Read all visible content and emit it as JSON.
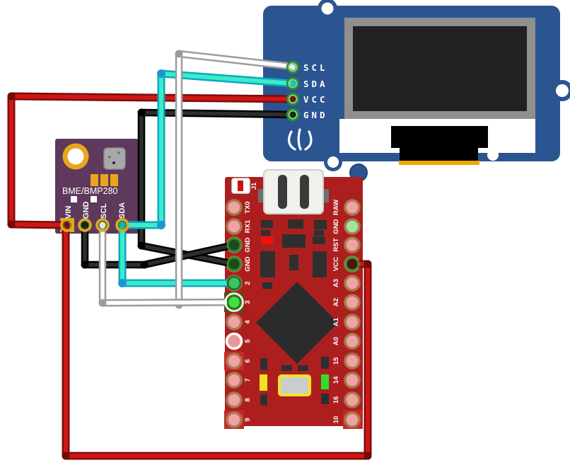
{
  "colors": {
    "background": "#ffffff",
    "oled_board": "#2a5591",
    "oled_frame": "#8f8f8f",
    "oled_screen": "#212121",
    "oled_flex_tab": "#f0a800",
    "bme_board": "#5e395b",
    "bme_gold": "#e8a61e",
    "promicro_board": "#ad1f1f",
    "wire_red_core": "#cf1616",
    "wire_red_edge": "#7c0d0d",
    "wire_red_cap": "#6f0a0a",
    "wire_black_core": "#2e2e2e",
    "wire_black_edge": "#000000",
    "wire_cyan_core": "#3cecc9",
    "wire_cyan_edge": "#09a8c0",
    "wire_cyan_cap": "#1d96cf",
    "wire_white_core": "#ffffff",
    "wire_white_edge": "#9c9c9c"
  },
  "oled": {
    "pins": [
      "SCL",
      "SDA",
      "VCC",
      "GND"
    ]
  },
  "bme": {
    "title": "BME/BMP280",
    "pins": [
      "VIN",
      "GND",
      "SCL",
      "SDA"
    ]
  },
  "promicro": {
    "connector_label": "J1",
    "left_pins": [
      "TX0",
      "RX1",
      "GND",
      "GND",
      "2",
      "3",
      "4",
      "5",
      "6",
      "7",
      "8",
      "9"
    ],
    "right_pins": [
      "RAW",
      "GND",
      "RST",
      "VCC",
      "A3",
      "A2",
      "A1",
      "A0",
      "15",
      "14",
      "16",
      "10"
    ]
  },
  "nets": [
    {
      "signal": "SCL",
      "wire_color": "white",
      "endpoints": [
        "OLED SCL",
        "BME/BMP280 SCL",
        "Pro Micro 3"
      ]
    },
    {
      "signal": "SDA",
      "wire_color": "cyan",
      "endpoints": [
        "OLED SDA",
        "BME/BMP280 SDA",
        "Pro Micro 2"
      ]
    },
    {
      "signal": "VCC",
      "wire_color": "red",
      "endpoints": [
        "OLED VCC",
        "BME/BMP280 VIN",
        "Pro Micro VCC"
      ]
    },
    {
      "signal": "GND",
      "wire_color": "black",
      "endpoints": [
        "OLED GND",
        "BME/BMP280 GND",
        "Pro Micro GND",
        "Pro Micro GND"
      ]
    }
  ]
}
